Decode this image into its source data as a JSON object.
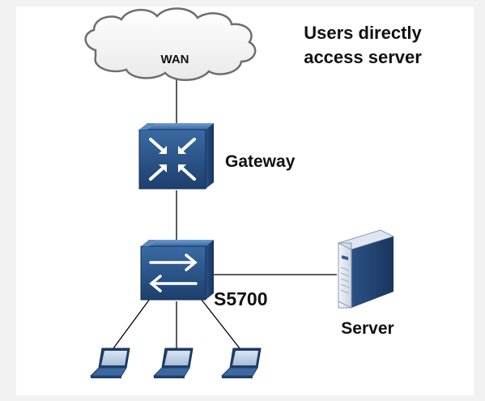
{
  "wan": {
    "label": "WAN"
  },
  "caption": {
    "line1": "Users directly",
    "line2": "access server"
  },
  "gateway": {
    "label": "Gateway"
  },
  "switch": {
    "label": "S5700",
    "label_color": "#9b1b1b"
  },
  "server": {
    "label": "Server"
  },
  "colors": {
    "device_dark": "#1c3f6e",
    "device_mid": "#2f5d95",
    "device_light": "#4f7fb8",
    "line": "#000000"
  },
  "icons": {
    "cloud": "cloud-icon",
    "gateway": "router-icon",
    "switch": "switch-icon",
    "server": "server-tower-icon",
    "laptop": "laptop-icon"
  }
}
